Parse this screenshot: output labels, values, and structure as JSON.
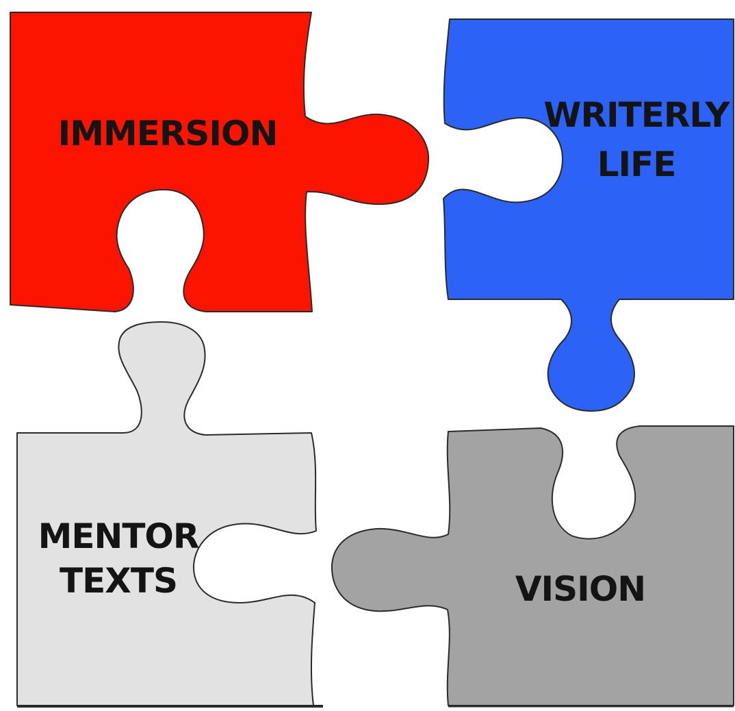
{
  "pieces": [
    {
      "id": "immersion",
      "lines": [
        "IMMERSION"
      ],
      "color": "#fb1500"
    },
    {
      "id": "writerly-life",
      "lines": [
        "WRITERLY",
        "LIFE"
      ],
      "color": "#2c62f6"
    },
    {
      "id": "mentor-texts",
      "lines": [
        "MENTOR",
        "TEXTS"
      ],
      "color": "#e2e2e2"
    },
    {
      "id": "vision",
      "lines": [
        "VISION"
      ],
      "color": "#a3a3a3"
    }
  ]
}
